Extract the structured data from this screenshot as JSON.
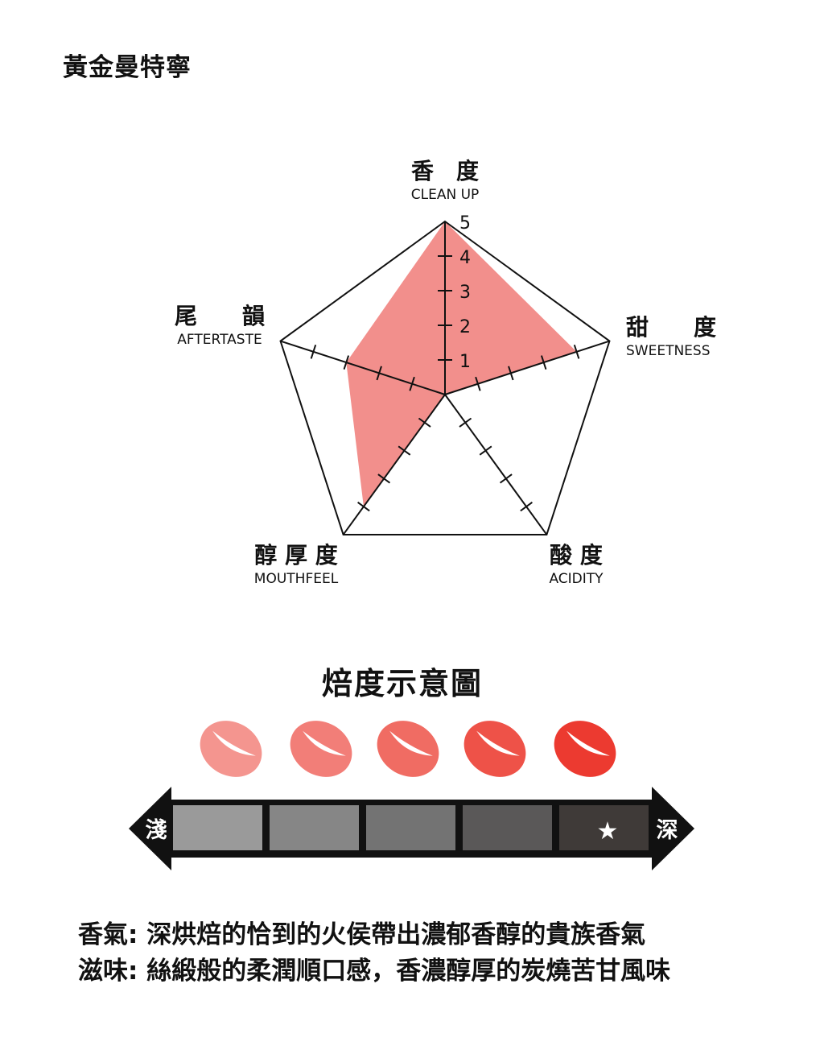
{
  "title": "黃金曼特寧",
  "chart_data": {
    "type": "radar",
    "scale_max": 5,
    "scale_labels": [
      "1",
      "2",
      "3",
      "4",
      "5"
    ],
    "axes": [
      {
        "name": "香　度",
        "sub": "CLEAN UP",
        "value": 5
      },
      {
        "name": "甜　　度",
        "sub": "SWEETNESS",
        "value": 4
      },
      {
        "name": "酸 度",
        "sub": "ACIDITY",
        "value": 0
      },
      {
        "name": "醇 厚 度",
        "sub": "MOUTHFEEL",
        "value": 4
      },
      {
        "name": "尾　　韻",
        "sub": "AFTERTASTE",
        "value": 3
      }
    ],
    "fill_color": "#f28f8c"
  },
  "roast": {
    "title": "焙度示意圖",
    "light_label": "淺",
    "dark_label": "深",
    "levels": 5,
    "selected_level": 5,
    "star": "★",
    "segment_colors": [
      "#9a9a9a",
      "#868686",
      "#737373",
      "#5a5858",
      "#3f3a38"
    ],
    "bean_colors": [
      "#f4958f",
      "#f27e78",
      "#f06c63",
      "#ee5248",
      "#ec3a30"
    ]
  },
  "description": {
    "aroma": "香氣: 深烘焙的恰到的火侯帶出濃郁香醇的貴族香氣",
    "flavor": "滋味: 絲緞般的柔潤順口感，香濃醇厚的炭燒苦甘風味"
  }
}
